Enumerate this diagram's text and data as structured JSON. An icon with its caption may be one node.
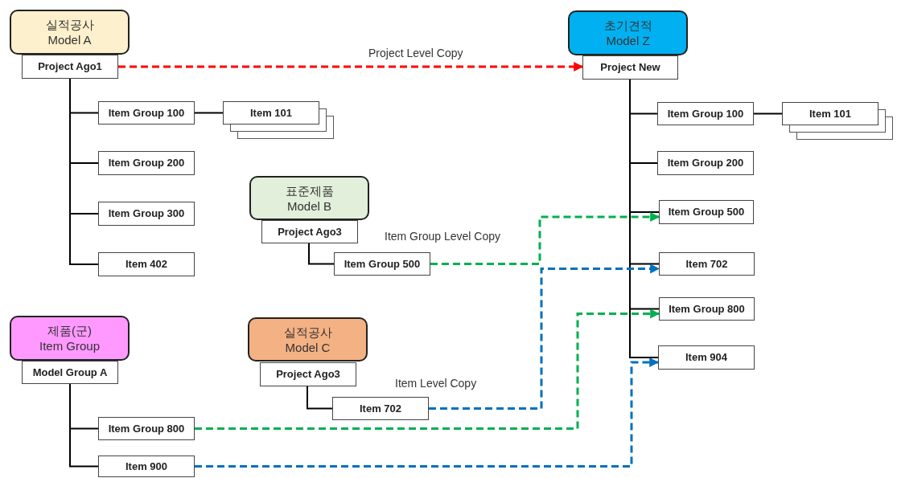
{
  "diagram": {
    "nodes": [
      {
        "text": [
          "실적공사",
          "Model A"
        ]
      },
      {
        "text": [
          "Project Ago1"
        ]
      },
      {
        "text": [
          "Item Group 100"
        ]
      },
      {
        "text": [
          "Item 101"
        ]
      },
      {
        "text": [
          "Item Group 200"
        ]
      },
      {
        "text": [
          "Item Group 300"
        ]
      },
      {
        "text": [
          "Item 402"
        ]
      },
      {
        "text": [
          "초기견적",
          "Model Z"
        ]
      },
      {
        "text": [
          "Project New"
        ]
      },
      {
        "text": [
          "Item Group 100"
        ]
      },
      {
        "text": [
          "Item 101"
        ]
      },
      {
        "text": [
          "Item Group 200"
        ]
      },
      {
        "text": [
          "Item Group 500"
        ]
      },
      {
        "text": [
          "Item 702"
        ]
      },
      {
        "text": [
          "Item Group 800"
        ]
      },
      {
        "text": [
          "Item 904"
        ]
      },
      {
        "text": [
          "표준제품",
          "Model B"
        ]
      },
      {
        "text": [
          "Project Ago3"
        ]
      },
      {
        "text": [
          "Item Group 500"
        ]
      },
      {
        "text": [
          "제품(군)",
          "Item Group"
        ]
      },
      {
        "text": [
          "Model Group A"
        ]
      },
      {
        "text": [
          "Item Group 800"
        ]
      },
      {
        "text": [
          "Item 900"
        ]
      },
      {
        "text": [
          "실적공사",
          "Model C"
        ]
      },
      {
        "text": [
          "Project Ago3"
        ]
      },
      {
        "text": [
          "Item 702"
        ]
      }
    ],
    "edges": [
      {
        "from": 1,
        "to": 2,
        "arrow": "none"
      },
      {
        "from": 1,
        "to": 4,
        "arrow": "none"
      },
      {
        "from": 1,
        "to": 5,
        "arrow": "none"
      },
      {
        "from": 1,
        "to": 6,
        "arrow": "none"
      },
      {
        "from": 2,
        "to": 3,
        "arrow": "none"
      },
      {
        "from": 8,
        "to": 9,
        "arrow": "none"
      },
      {
        "from": 8,
        "to": 11,
        "arrow": "none"
      },
      {
        "from": 8,
        "to": 12,
        "arrow": "none"
      },
      {
        "from": 8,
        "to": 13,
        "arrow": "none"
      },
      {
        "from": 8,
        "to": 14,
        "arrow": "none"
      },
      {
        "from": 8,
        "to": 15,
        "arrow": "none"
      },
      {
        "from": 9,
        "to": 10,
        "arrow": "none"
      },
      {
        "from": 17,
        "to": 18,
        "arrow": "none"
      },
      {
        "from": 20,
        "to": 21,
        "arrow": "none"
      },
      {
        "from": 20,
        "to": 22,
        "arrow": "none"
      },
      {
        "from": 24,
        "to": 25,
        "arrow": "none"
      },
      {
        "from": 1,
        "to": 8,
        "arrow": "to",
        "label": "Project Level Copy",
        "style": "dashed",
        "color": "#ff0000"
      },
      {
        "from": 18,
        "to": 12,
        "arrow": "to",
        "label": "Item Group Level Copy",
        "style": "dashed",
        "color": "#00b050"
      },
      {
        "from": 25,
        "to": 13,
        "arrow": "to",
        "label": "Item Level Copy",
        "style": "dashed",
        "color": "#0070c0"
      },
      {
        "from": 21,
        "to": 14,
        "arrow": "to",
        "style": "dashed",
        "color": "#00b050"
      },
      {
        "from": 22,
        "to": 15,
        "arrow": "to",
        "style": "dashed",
        "color": "#0070c0"
      }
    ]
  }
}
